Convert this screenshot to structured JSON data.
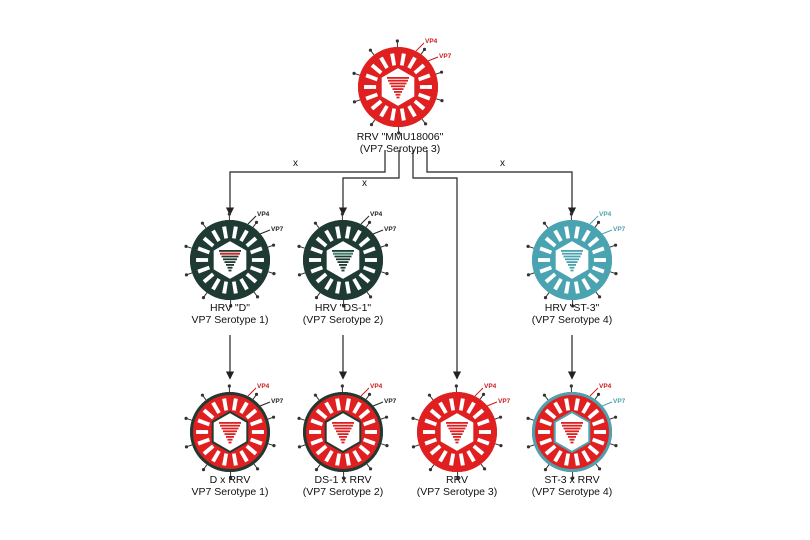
{
  "colors": {
    "rrv_red": "#e02020",
    "hrv_dark": "#1f3a32",
    "st3_teal": "#4aa3b0",
    "line": "#222222",
    "vp4_marker": "#cc1a1a"
  },
  "parent": {
    "name": "RRV \"MMU18006\"",
    "serotype": "(VP7 Serotype 3)",
    "vp4": "VP4",
    "vp7": "VP7"
  },
  "cross_symbol": "x",
  "hrv_strains": [
    {
      "name": "HRV \"D\"",
      "serotype": "VP7 Serotype 1)",
      "vp4": "VP4",
      "vp7": "VP7"
    },
    {
      "name": "HRV \"DS-1\"",
      "serotype": "(VP7 Serotype 2)",
      "vp4": "VP4",
      "vp7": "VP7"
    },
    {
      "name": "HRV \"ST-3\"",
      "serotype": "(VP7 Serotype 4)",
      "vp4": "VP4",
      "vp7": "VP7"
    }
  ],
  "reassortants": [
    {
      "name": "D x RRV",
      "serotype": "VP7 Serotype 1)",
      "vp4": "VP4",
      "vp7": "VP7"
    },
    {
      "name": "DS-1 x RRV",
      "serotype": "(VP7 Serotype 2)",
      "vp4": "VP4",
      "vp7": "VP7"
    },
    {
      "name": "RRV",
      "serotype": "(VP7 Serotype 3)",
      "vp4": "VP4",
      "vp7": "VP7"
    },
    {
      "name": "ST-3 x RRV",
      "serotype": "(VP7 Serotype 4)",
      "vp4": "VP4",
      "vp7": "VP7"
    }
  ]
}
